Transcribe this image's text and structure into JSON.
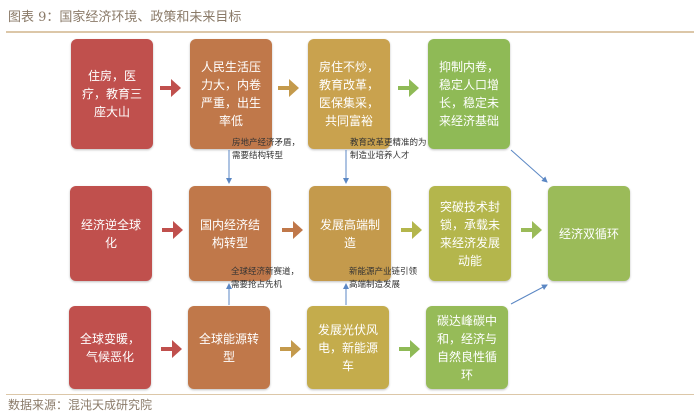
{
  "title": "图表 9：国家经济环境、政策和未来目标",
  "source": "数据来源：混沌天成研究院",
  "rows": [
    [
      "住房，医疗，教育三座大山",
      "人民生活压力大，内卷严重，出生率低",
      "房住不炒，教育改革，医保集采，共同富裕",
      "抑制内卷，稳定人口增长，稳定未来经济基础"
    ],
    [
      "经济逆全球化",
      "国内经济结构转型",
      "发展高端制造",
      "突破技术封锁，承载未来经济发展动能",
      "经济双循环"
    ],
    [
      "全球变暖，气候恶化",
      "全球能源转型",
      "发展光伏风电，新能源车",
      "碳达峰碳中和，经济与自然良性循环"
    ]
  ],
  "labels": {
    "top_left": "房地产经济矛盾，需要结构转型",
    "top_right": "教育改革更精准的为制造业培养人才",
    "bottom_left": "全球经济新赛道，需要抢占先机",
    "bottom_right": "新能源产业链引领高端制造发展"
  },
  "colors": [
    "#c0504d",
    "#c0784a",
    "#c49a4c",
    "#b4b64c",
    "#9bbb59"
  ]
}
